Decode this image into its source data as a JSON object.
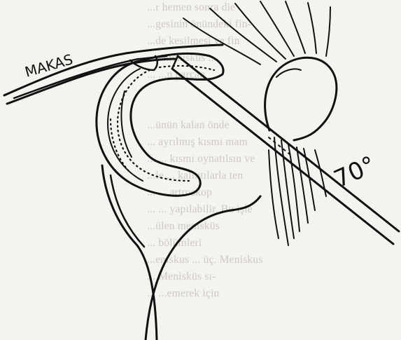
{
  "labels": {
    "scissors": "MAKAS",
    "angle": "70°"
  },
  "show_through_text": [
    "...r hemen sonra die",
    "...gesinin önündeki fin-",
    "...de kesilmesi ve fin",
    "...e meniskus ...",
    "... ...n parçan",
    "",
    "...ünün kalan önde",
    "... ayrılmış kısmı mam",
    "... ... kısmı oynatılsın ve",
    "...le ... kalıntılarla ten",
    "... ... artroskop",
    "... ... yapılabilir. Bu işle",
    "...ülen menisküs",
    "... bölümleri",
    "...eniskus ... üç. Meniskus",
    "... Menisküs sı-",
    "... ...emerek için"
  ]
}
